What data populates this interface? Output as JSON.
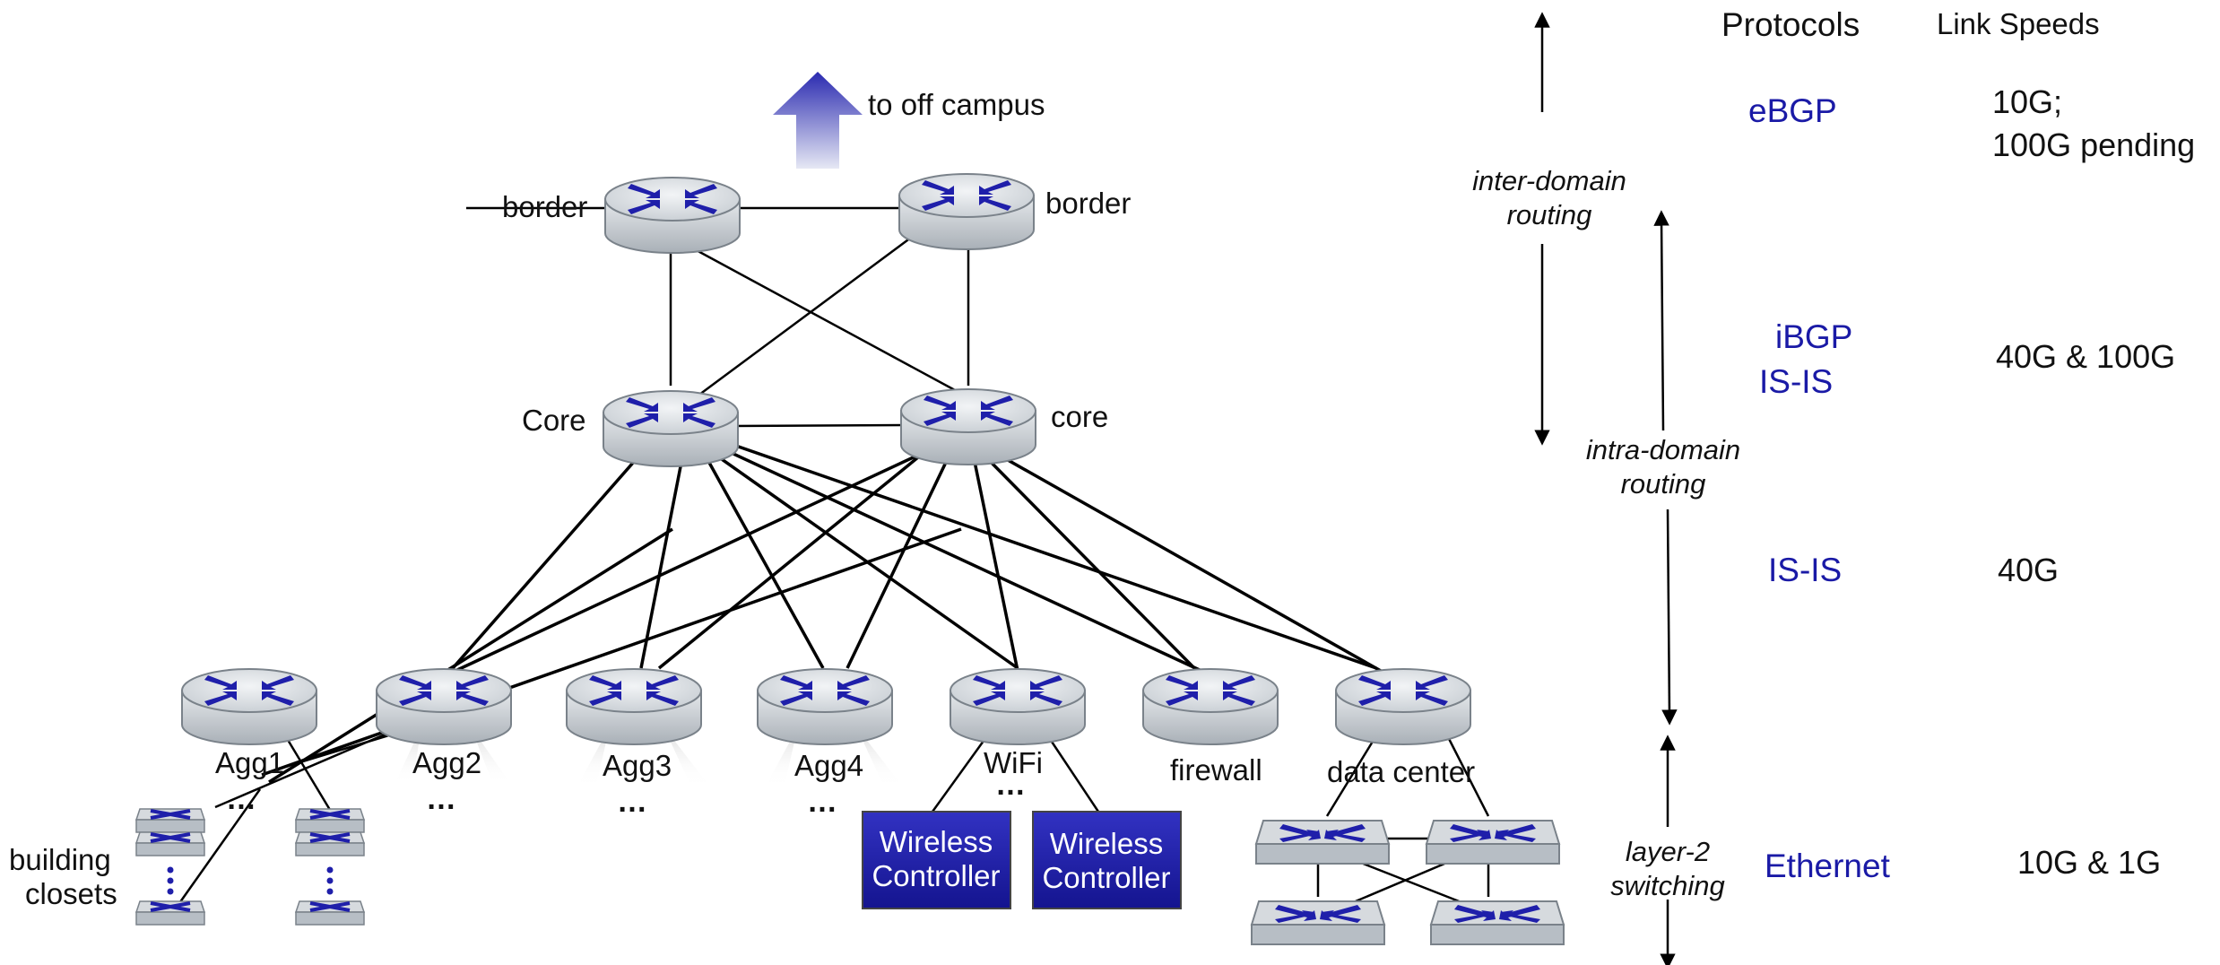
{
  "offcampus": {
    "label": "to off campus"
  },
  "routers": {
    "border_left": "border",
    "border_right": "border",
    "core_left": "Core",
    "core_right": "core",
    "agg1": "Agg1",
    "agg2": "Agg2",
    "agg3": "Agg3",
    "agg4": "Agg4",
    "wifi": "WiFi",
    "firewall": "firewall",
    "datacenter": "data center"
  },
  "ellipsis": "…",
  "building": {
    "line1": "building",
    "line2": "closets"
  },
  "wireless": {
    "line1": "Wireless",
    "line2": "Controller"
  },
  "levels": {
    "inter_line1": "inter-domain",
    "inter_line2": "routing",
    "intra_line1": "intra-domain",
    "intra_line2": "routing",
    "l2_line1": "layer-2",
    "l2_line2": "switching"
  },
  "headers": {
    "protocols": "Protocols",
    "speeds": "Link Speeds"
  },
  "rows": [
    {
      "protocol": "eBGP",
      "speed_line1": "10G;",
      "speed_line2": "100G pending"
    },
    {
      "protocol_line1": "iBGP",
      "protocol_line2": "IS-IS",
      "speed": "40G & 100G"
    },
    {
      "protocol": "IS-IS",
      "speed": "40G"
    },
    {
      "protocol": "Ethernet",
      "speed": "10G & 1G"
    }
  ],
  "colors": {
    "accent": "#1a1aa6",
    "router_body": "#c9ced3",
    "controller_fill": "#1c1ca8"
  }
}
